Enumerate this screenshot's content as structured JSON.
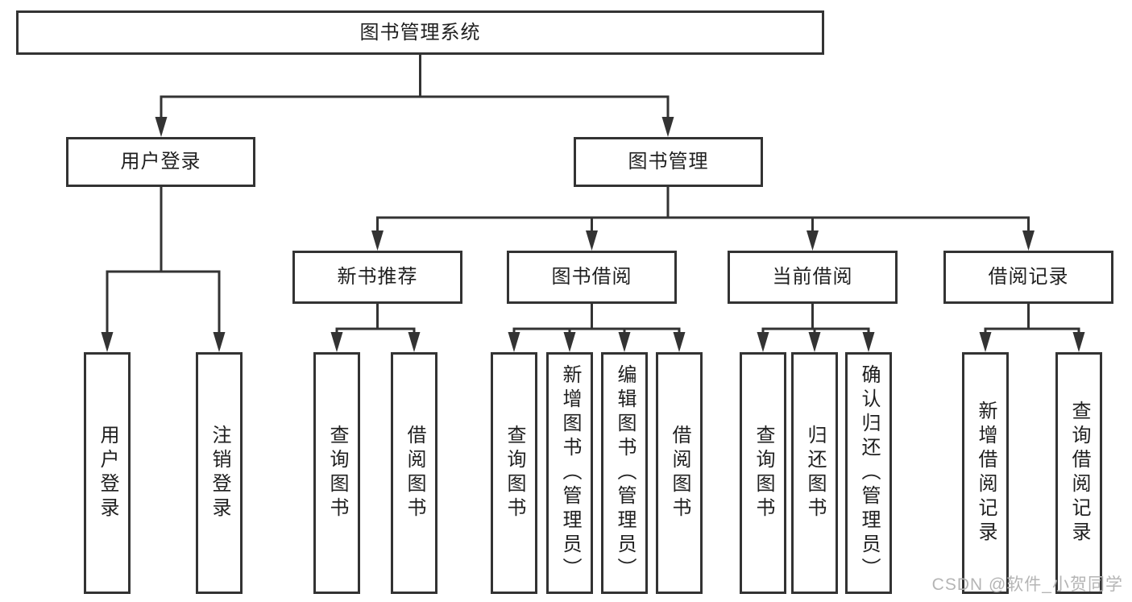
{
  "nodes": {
    "root": "图书管理系统",
    "user_login": "用户登录",
    "book_mgmt": "图书管理",
    "new_book_rec": "新书推荐",
    "book_borrow": "图书借阅",
    "current_borrow": "当前借阅",
    "borrow_records": "借阅记录",
    "leaf_user_login": "用户登录",
    "leaf_logout": "注销登录",
    "nb_query_books": "查询图书",
    "nb_borrow_books": "借阅图书",
    "bb_query_books": "查询图书",
    "bb_add_books": "新增图书（管理员）",
    "bb_edit_books": "编辑图书（管理员）",
    "bb_borrow_books": "借阅图书",
    "cb_query_books": "查询图书",
    "cb_return_books": "归还图书",
    "cb_confirm_return": "确认归还（管理员）",
    "br_add_record": "新增借阅记录",
    "br_query_record": "查询借阅记录"
  },
  "watermark": "CSDN @软件_小贺同学",
  "colors": {
    "line": "#333333",
    "text": "#1f1f1f",
    "watermark": "#b5b5b5",
    "background": "#ffffff"
  }
}
